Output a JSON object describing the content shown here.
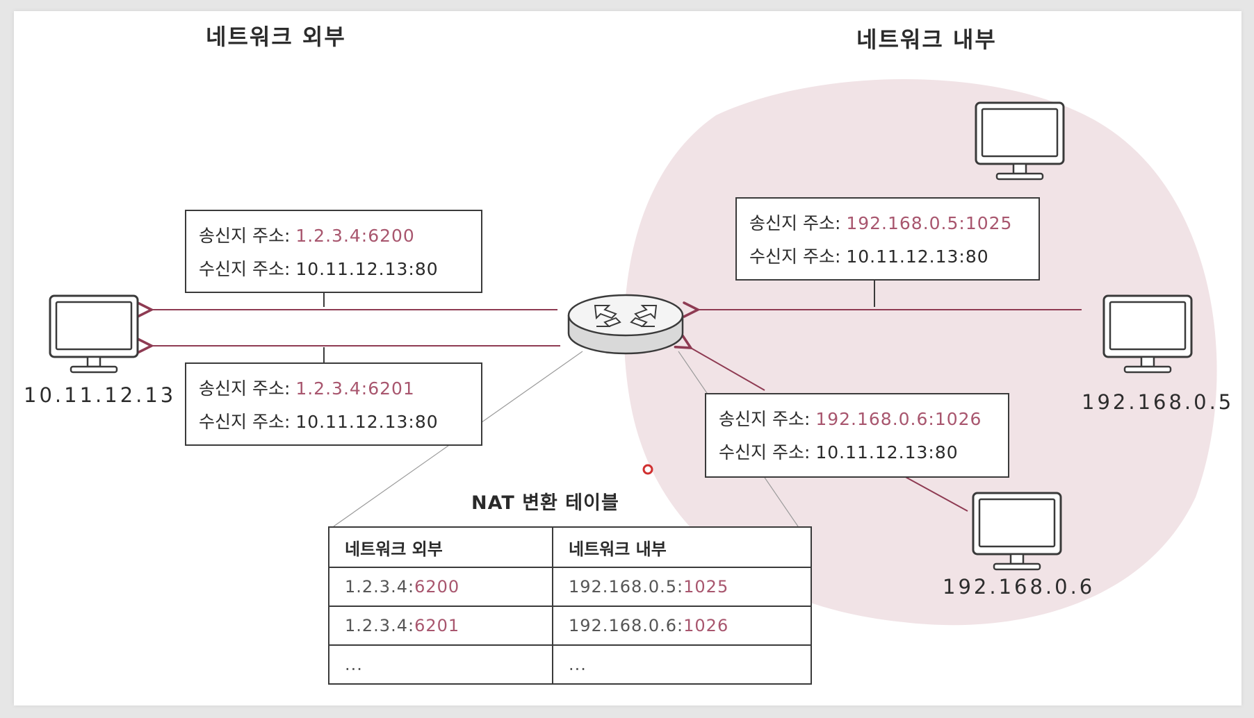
{
  "headings": {
    "outside": "네트워크 외부",
    "inside": "네트워크 내부"
  },
  "hosts": {
    "external": "10.11.12.13",
    "internal_a": "192.168.0.5",
    "internal_b": "192.168.0.6"
  },
  "packets": {
    "out_a": {
      "src_label": "송신지 주소:",
      "src_value": "1.2.3.4:6200",
      "dst_label": "수신지 주소:",
      "dst_value": "10.11.12.13:80"
    },
    "out_b": {
      "src_label": "송신지 주소:",
      "src_value": "1.2.3.4:6201",
      "dst_label": "수신지 주소:",
      "dst_value": "10.11.12.13:80"
    },
    "in_a": {
      "src_label": "송신지 주소:",
      "src_value": "192.168.0.5:1025",
      "dst_label": "수신지 주소:",
      "dst_value": "10.11.12.13:80"
    },
    "in_b": {
      "src_label": "송신지 주소:",
      "src_value": "192.168.0.6:1026",
      "dst_label": "수신지 주소:",
      "dst_value": "10.11.12.13:80"
    }
  },
  "nat_table": {
    "title": "NAT 변환 테이블",
    "headers": [
      "네트워크 외부",
      "네트워크 내부"
    ],
    "rows": [
      {
        "outside_base": "1.2.3.4:",
        "outside_port": "6200",
        "inside_base": "192.168.0.5:",
        "inside_port": "1025"
      },
      {
        "outside_base": "1.2.3.4:",
        "outside_port": "6201",
        "inside_base": "192.168.0.6:",
        "inside_port": "1026"
      },
      {
        "outside_base": "...",
        "outside_port": "",
        "inside_base": "...",
        "inside_port": ""
      }
    ]
  },
  "colors": {
    "accent": "#a8566e",
    "arrow": "#8e3a52",
    "inside_region": "#f1e3e6",
    "ink": "#3a3a3a"
  },
  "icons": {
    "router": "router-icon",
    "computer": "monitor-icon"
  }
}
